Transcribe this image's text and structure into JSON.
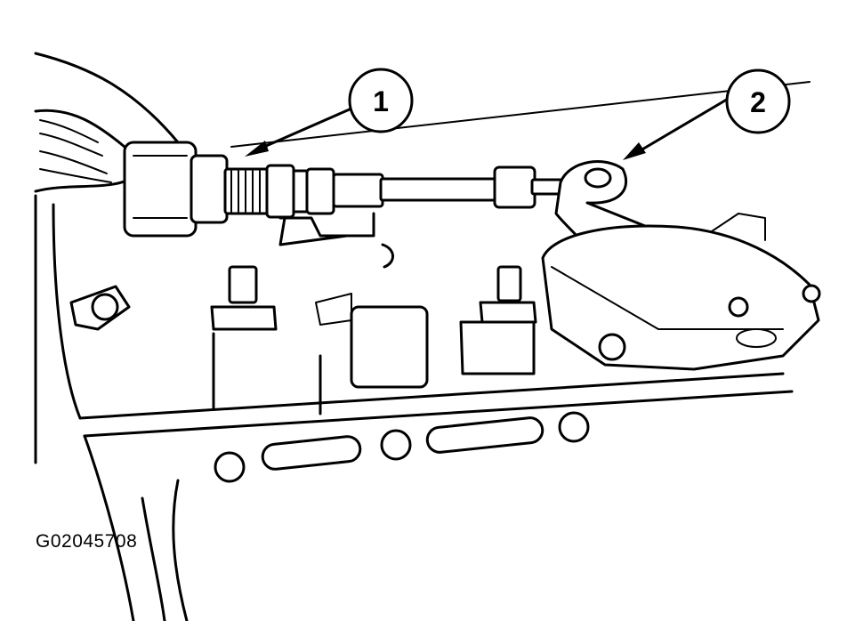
{
  "figure_id": "G02045708",
  "callouts": [
    {
      "number": "1"
    },
    {
      "number": "2"
    }
  ],
  "colors": {
    "ink": "#000000",
    "background": "#ffffff"
  }
}
